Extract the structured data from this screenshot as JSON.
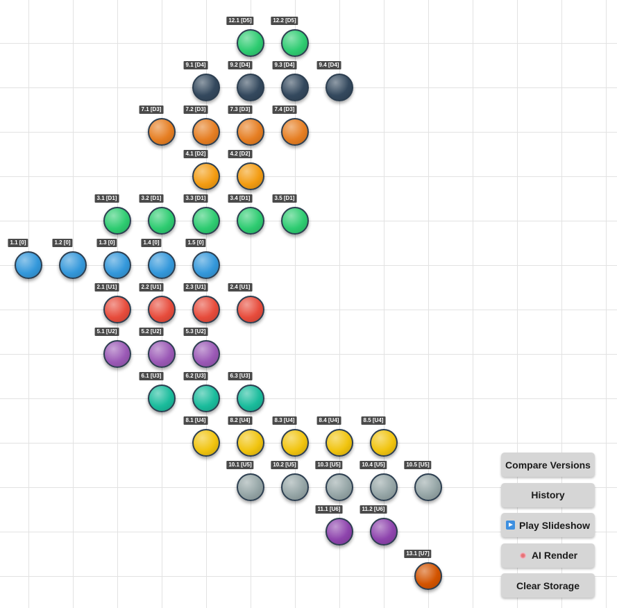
{
  "nodes": [
    {
      "label": "12.1 [D5]",
      "color": "#2ecc71"
    },
    {
      "label": "12.2 [D5]",
      "color": "#2ecc71"
    },
    {
      "label": "9.1 [D4]",
      "color": "#34495e"
    },
    {
      "label": "9.2 [D4]",
      "color": "#34495e"
    },
    {
      "label": "9.3 [D4]",
      "color": "#34495e"
    },
    {
      "label": "9.4 [D4]",
      "color": "#34495e"
    },
    {
      "label": "7.1 [D3]",
      "color": "#e67e22"
    },
    {
      "label": "7.2 [D3]",
      "color": "#e67e22"
    },
    {
      "label": "7.3 [D3]",
      "color": "#e67e22"
    },
    {
      "label": "7.4 [D3]",
      "color": "#e67e22"
    },
    {
      "label": "4.1 [D2]",
      "color": "#f39c12"
    },
    {
      "label": "4.2 [D2]",
      "color": "#f39c12"
    },
    {
      "label": "3.1 [D1]",
      "color": "#2ecc71"
    },
    {
      "label": "3.2 [D1]",
      "color": "#2ecc71"
    },
    {
      "label": "3.3 [D1]",
      "color": "#2ecc71"
    },
    {
      "label": "3.4 [D1]",
      "color": "#2ecc71"
    },
    {
      "label": "3.5 [D1]",
      "color": "#2ecc71"
    },
    {
      "label": "1.1 [0]",
      "color": "#3498db"
    },
    {
      "label": "1.2 [0]",
      "color": "#3498db"
    },
    {
      "label": "1.3 [0]",
      "color": "#3498db"
    },
    {
      "label": "1.4 [0]",
      "color": "#3498db"
    },
    {
      "label": "1.5 [0]",
      "color": "#3498db"
    },
    {
      "label": "2.1 [U1]",
      "color": "#e74c3c"
    },
    {
      "label": "2.2 [U1]",
      "color": "#e74c3c"
    },
    {
      "label": "2.3 [U1]",
      "color": "#e74c3c"
    },
    {
      "label": "2.4 [U1]",
      "color": "#e74c3c"
    },
    {
      "label": "5.1 [U2]",
      "color": "#9b59b6"
    },
    {
      "label": "5.2 [U2]",
      "color": "#9b59b6"
    },
    {
      "label": "5.3 [U2]",
      "color": "#9b59b6"
    },
    {
      "label": "6.1 [U3]",
      "color": "#1abc9c"
    },
    {
      "label": "6.2 [U3]",
      "color": "#1abc9c"
    },
    {
      "label": "6.3 [U3]",
      "color": "#1abc9c"
    },
    {
      "label": "8.1 [U4]",
      "color": "#f1c40f"
    },
    {
      "label": "8.2 [U4]",
      "color": "#f1c40f"
    },
    {
      "label": "8.3 [U4]",
      "color": "#f1c40f"
    },
    {
      "label": "8.4 [U4]",
      "color": "#f1c40f"
    },
    {
      "label": "8.5 [U4]",
      "color": "#f1c40f"
    },
    {
      "label": "10.1 [U5]",
      "color": "#95a5a6"
    },
    {
      "label": "10.2 [U5]",
      "color": "#95a5a6"
    },
    {
      "label": "10.3 [U5]",
      "color": "#95a5a6"
    },
    {
      "label": "10.4 [U5]",
      "color": "#95a5a6"
    },
    {
      "label": "10.5 [U5]",
      "color": "#95a5a6"
    },
    {
      "label": "11.1 [U6]",
      "color": "#8e44ad"
    },
    {
      "label": "11.2 [U6]",
      "color": "#8e44ad"
    },
    {
      "label": "13.1 [U7]",
      "color": "#d35400"
    }
  ],
  "buttons": {
    "compare": "Compare Versions",
    "history": "History",
    "slideshow": "Play Slideshow",
    "ai_render": "AI Render",
    "clear": "Clear Storage"
  }
}
